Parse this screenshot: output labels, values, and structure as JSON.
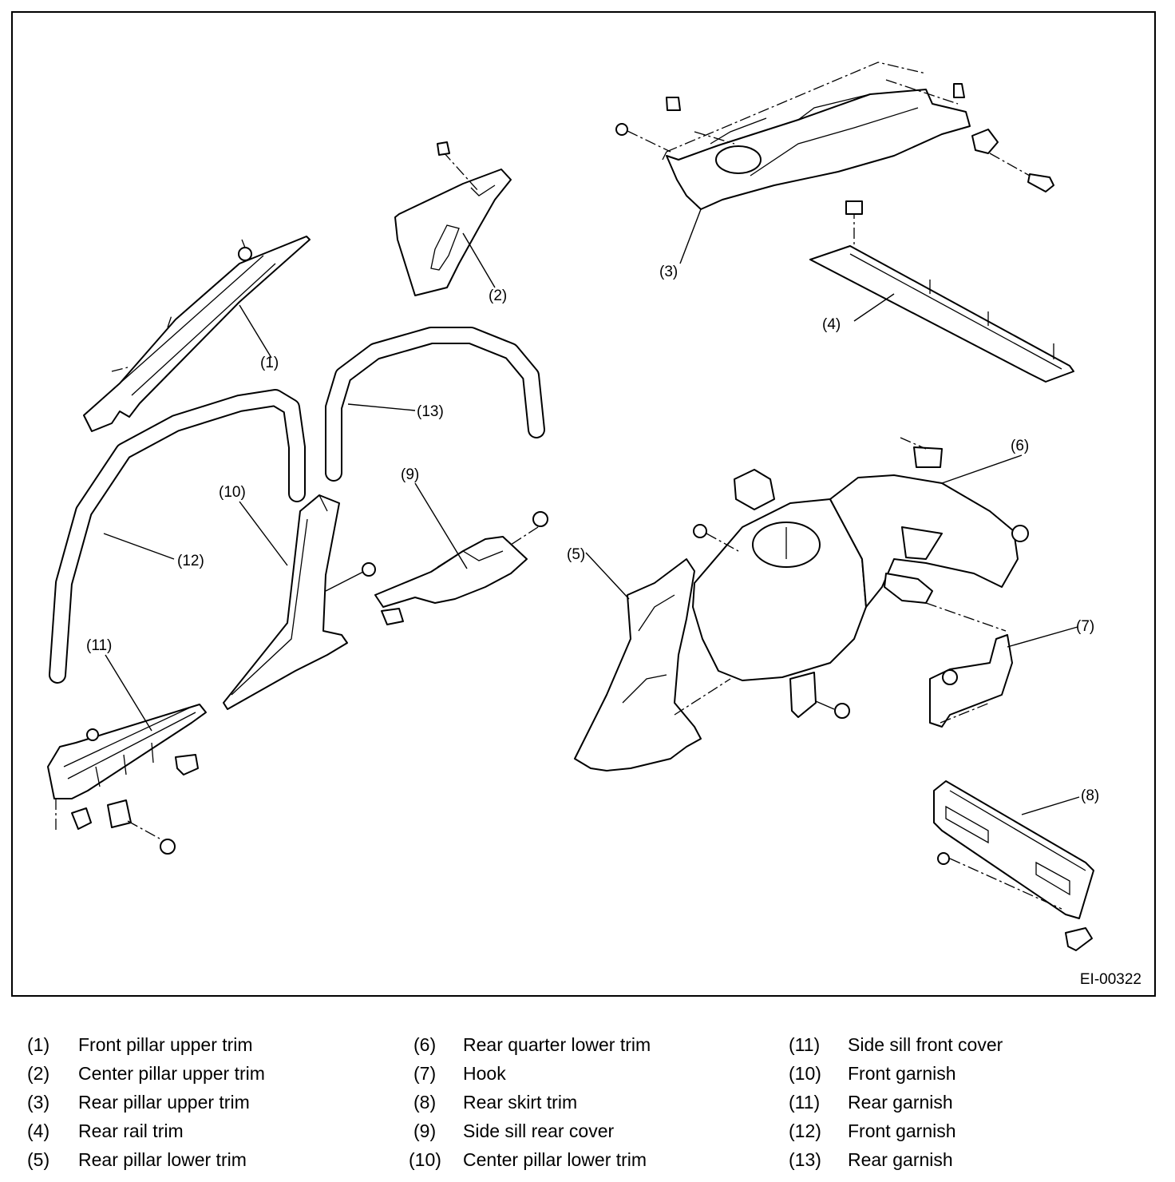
{
  "figure_id": "EI-00322",
  "callouts": [
    {
      "num": "(1)"
    },
    {
      "num": "(2)"
    },
    {
      "num": "(3)"
    },
    {
      "num": "(4)"
    },
    {
      "num": "(5)"
    },
    {
      "num": "(6)"
    },
    {
      "num": "(7)"
    },
    {
      "num": "(8)"
    },
    {
      "num": "(9)"
    },
    {
      "num": "(10)"
    },
    {
      "num": "(11)"
    },
    {
      "num": "(12)"
    },
    {
      "num": "(13)"
    }
  ],
  "legend": [
    [
      {
        "num": "(1)",
        "label": "Front pillar upper trim"
      },
      {
        "num": "(2)",
        "label": "Center pillar upper trim"
      },
      {
        "num": "(3)",
        "label": "Rear pillar upper trim"
      },
      {
        "num": "(4)",
        "label": "Rear rail trim"
      },
      {
        "num": "(5)",
        "label": "Rear pillar lower trim"
      }
    ],
    [
      {
        "num": "(6)",
        "label": "Rear quarter lower trim"
      },
      {
        "num": "(7)",
        "label": "Hook"
      },
      {
        "num": "(8)",
        "label": "Rear skirt trim"
      },
      {
        "num": "(9)",
        "label": "Side sill rear cover"
      },
      {
        "num": "(10)",
        "label": "Center pillar lower trim"
      }
    ],
    [
      {
        "num": "(11)",
        "label": "Side sill front cover"
      },
      {
        "num": "(10)",
        "label": "Front garnish"
      },
      {
        "num": "(11)",
        "label": "Rear garnish"
      },
      {
        "num": "(12)",
        "label": "Front garnish"
      },
      {
        "num": "(13)",
        "label": "Rear garnish"
      }
    ]
  ]
}
